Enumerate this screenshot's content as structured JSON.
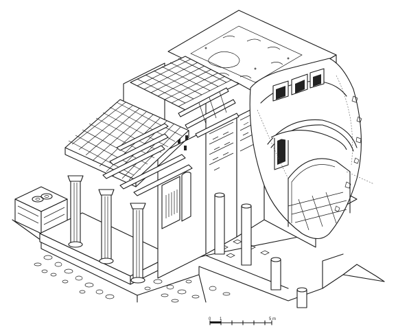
{
  "scale_bar": {
    "labels": [
      "0",
      "1",
      "5 m"
    ]
  }
}
